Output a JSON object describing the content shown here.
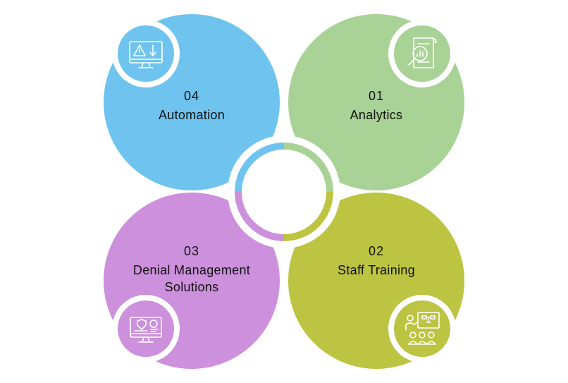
{
  "quadrants": [
    {
      "number": "04",
      "label_lines": [
        "Automation"
      ],
      "color": "#6ec4ee",
      "icon": "monitor-warning-icon"
    },
    {
      "number": "01",
      "label_lines": [
        "Analytics"
      ],
      "color": "#a9d296",
      "icon": "analytics-report-icon"
    },
    {
      "number": "03",
      "label_lines": [
        "Denial Management",
        "Solutions"
      ],
      "color": "#cc90dc",
      "icon": "secure-billing-monitor-icon"
    },
    {
      "number": "02",
      "label_lines": [
        "Staff Training"
      ],
      "color": "#bcc442",
      "icon": "training-presentation-icon"
    }
  ],
  "center_color": "#ffffff"
}
